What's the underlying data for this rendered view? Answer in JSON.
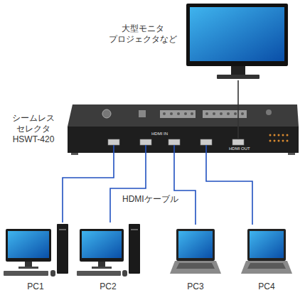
{
  "diagram": {
    "nodes": [
      {
        "text": [
          "大型モニタ プロジェクタなど"
        ]
      },
      {
        "text": [
          "シームレス セレクタ HSWT-420"
        ]
      },
      {
        "text": [
          "PC1"
        ]
      },
      {
        "text": [
          "PC2"
        ]
      },
      {
        "text": [
          "PC3"
        ]
      },
      {
        "text": [
          "PC4"
        ]
      }
    ],
    "edges": [
      {
        "from": 1,
        "to": 0,
        "arrow": "none"
      },
      {
        "from": 2,
        "to": 1,
        "arrow": "none"
      },
      {
        "from": 3,
        "to": 1,
        "arrow": "none"
      },
      {
        "from": 4,
        "to": 1,
        "arrow": "none"
      },
      {
        "from": 5,
        "to": 1,
        "arrow": "none"
      }
    ],
    "labels": [
      "HDMIケーブル",
      "HDMI IN",
      "HDMI OUT"
    ]
  }
}
